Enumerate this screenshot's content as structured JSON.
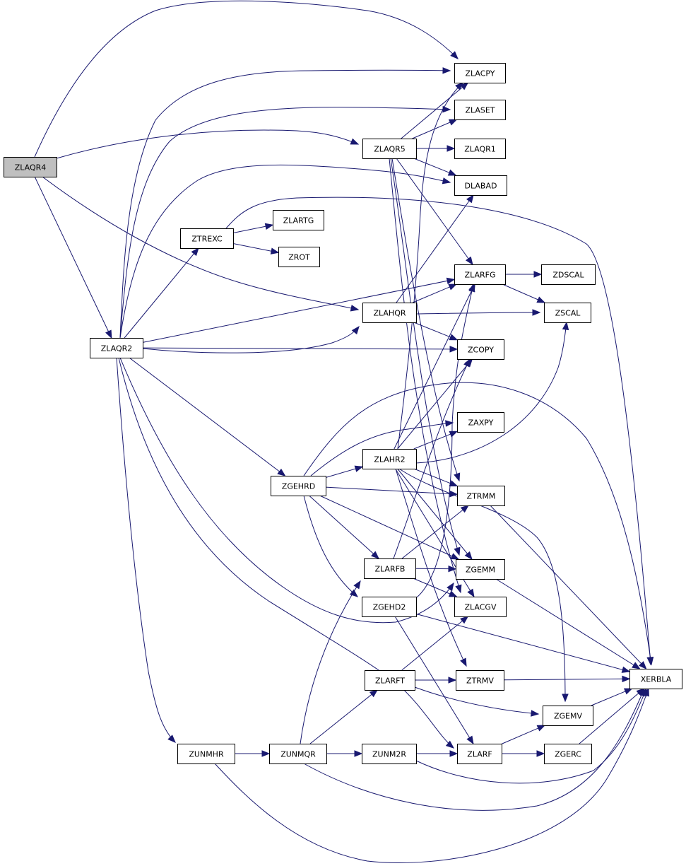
{
  "graph": {
    "root": "ZLAQR4",
    "nodes": [
      {
        "id": "ZLAQR4",
        "label": "ZLAQR4"
      },
      {
        "id": "ZLACPY",
        "label": "ZLACPY"
      },
      {
        "id": "ZLASET",
        "label": "ZLASET"
      },
      {
        "id": "ZLAQR5",
        "label": "ZLAQR5"
      },
      {
        "id": "ZLAQR1",
        "label": "ZLAQR1"
      },
      {
        "id": "DLABAD",
        "label": "DLABAD"
      },
      {
        "id": "ZTREXC",
        "label": "ZTREXC"
      },
      {
        "id": "ZLARTG",
        "label": "ZLARTG"
      },
      {
        "id": "ZROT",
        "label": "ZROT"
      },
      {
        "id": "ZLARFG",
        "label": "ZLARFG"
      },
      {
        "id": "ZDSCAL",
        "label": "ZDSCAL"
      },
      {
        "id": "ZLAHQR",
        "label": "ZLAHQR"
      },
      {
        "id": "ZSCAL",
        "label": "ZSCAL"
      },
      {
        "id": "ZLAQR2",
        "label": "ZLAQR2"
      },
      {
        "id": "ZCOPY",
        "label": "ZCOPY"
      },
      {
        "id": "ZAXPY",
        "label": "ZAXPY"
      },
      {
        "id": "ZLAHR2",
        "label": "ZLAHR2"
      },
      {
        "id": "ZGEHRD",
        "label": "ZGEHRD"
      },
      {
        "id": "ZTRMM",
        "label": "ZTRMM"
      },
      {
        "id": "ZLARFB",
        "label": "ZLARFB"
      },
      {
        "id": "ZGEMM",
        "label": "ZGEMM"
      },
      {
        "id": "ZGEHD2",
        "label": "ZGEHD2"
      },
      {
        "id": "ZLACGV",
        "label": "ZLACGV"
      },
      {
        "id": "ZLARFT",
        "label": "ZLARFT"
      },
      {
        "id": "ZTRMV",
        "label": "ZTRMV"
      },
      {
        "id": "XERBLA",
        "label": "XERBLA"
      },
      {
        "id": "ZGEMV",
        "label": "ZGEMV"
      },
      {
        "id": "ZUNMHR",
        "label": "ZUNMHR"
      },
      {
        "id": "ZUNMQR",
        "label": "ZUNMQR"
      },
      {
        "id": "ZUNM2R",
        "label": "ZUNM2R"
      },
      {
        "id": "ZLARF",
        "label": "ZLARF"
      },
      {
        "id": "ZGERC",
        "label": "ZGERC"
      }
    ],
    "edges": [
      [
        "ZLAQR4",
        "ZLACPY"
      ],
      [
        "ZLAQR4",
        "ZLAQR5"
      ],
      [
        "ZLAQR4",
        "ZLAHQR"
      ],
      [
        "ZLAQR4",
        "ZLAQR2"
      ],
      [
        "ZLAQR2",
        "ZLACPY"
      ],
      [
        "ZLAQR2",
        "ZLASET"
      ],
      [
        "ZLAQR2",
        "DLABAD"
      ],
      [
        "ZLAQR2",
        "ZTREXC"
      ],
      [
        "ZLAQR2",
        "ZLARFG"
      ],
      [
        "ZLAQR2",
        "ZLAHQR"
      ],
      [
        "ZLAQR2",
        "ZCOPY"
      ],
      [
        "ZLAQR2",
        "ZGEHRD"
      ],
      [
        "ZLAQR2",
        "ZGEMM"
      ],
      [
        "ZLAQR2",
        "ZLARF"
      ],
      [
        "ZLAQR2",
        "ZUNMHR"
      ],
      [
        "ZLAQR5",
        "ZLACPY"
      ],
      [
        "ZLAQR5",
        "ZLASET"
      ],
      [
        "ZLAQR5",
        "ZLAQR1"
      ],
      [
        "ZLAQR5",
        "DLABAD"
      ],
      [
        "ZLAQR5",
        "ZLARFG"
      ],
      [
        "ZLAQR5",
        "ZTRMM"
      ],
      [
        "ZLAQR5",
        "ZGEMM"
      ],
      [
        "ZLAQR5",
        "ZLACGV"
      ],
      [
        "ZTREXC",
        "ZLARTG"
      ],
      [
        "ZTREXC",
        "ZROT"
      ],
      [
        "ZTREXC",
        "XERBLA"
      ],
      [
        "ZLAHQR",
        "DLABAD"
      ],
      [
        "ZLAHQR",
        "ZLARFG"
      ],
      [
        "ZLAHQR",
        "ZSCAL"
      ],
      [
        "ZLAHQR",
        "ZCOPY"
      ],
      [
        "ZLARFG",
        "ZDSCAL"
      ],
      [
        "ZLARFG",
        "ZSCAL"
      ],
      [
        "ZGEHRD",
        "ZLAHR2"
      ],
      [
        "ZGEHRD",
        "ZTRMM"
      ],
      [
        "ZGEHRD",
        "ZLARFB"
      ],
      [
        "ZGEHRD",
        "ZGEMM"
      ],
      [
        "ZGEHRD",
        "ZGEHD2"
      ],
      [
        "ZGEHRD",
        "ZAXPY"
      ],
      [
        "ZGEHRD",
        "XERBLA"
      ],
      [
        "ZLAHR2",
        "ZLACPY"
      ],
      [
        "ZLAHR2",
        "ZLARFG"
      ],
      [
        "ZLAHR2",
        "ZCOPY"
      ],
      [
        "ZLAHR2",
        "ZAXPY"
      ],
      [
        "ZLAHR2",
        "ZSCAL"
      ],
      [
        "ZLAHR2",
        "ZTRMM"
      ],
      [
        "ZLAHR2",
        "ZGEMM"
      ],
      [
        "ZLAHR2",
        "ZLACGV"
      ],
      [
        "ZLAHR2",
        "ZTRMV"
      ],
      [
        "ZLAHR2",
        "ZGEMV"
      ],
      [
        "ZLARFB",
        "ZCOPY"
      ],
      [
        "ZLARFB",
        "ZTRMM"
      ],
      [
        "ZLARFB",
        "ZGEMM"
      ],
      [
        "ZLARFB",
        "ZLACGV"
      ],
      [
        "ZGEHD2",
        "ZLARFG"
      ],
      [
        "ZGEHD2",
        "ZLARF"
      ],
      [
        "ZGEHD2",
        "XERBLA"
      ],
      [
        "ZTRMM",
        "XERBLA"
      ],
      [
        "ZGEMM",
        "XERBLA"
      ],
      [
        "ZTRMV",
        "XERBLA"
      ],
      [
        "ZLARFT",
        "ZLACGV"
      ],
      [
        "ZLARFT",
        "ZTRMV"
      ],
      [
        "ZLARFT",
        "ZGEMV"
      ],
      [
        "ZGEMV",
        "XERBLA"
      ],
      [
        "ZGERC",
        "XERBLA"
      ],
      [
        "ZLARF",
        "ZGEMV"
      ],
      [
        "ZLARF",
        "ZGERC"
      ],
      [
        "ZUNMHR",
        "ZUNMQR"
      ],
      [
        "ZUNMHR",
        "XERBLA"
      ],
      [
        "ZUNMQR",
        "ZLARFB"
      ],
      [
        "ZUNMQR",
        "ZLARFT"
      ],
      [
        "ZUNMQR",
        "ZUNM2R"
      ],
      [
        "ZUNMQR",
        "XERBLA"
      ],
      [
        "ZUNM2R",
        "ZLARF"
      ],
      [
        "ZUNM2R",
        "XERBLA"
      ]
    ]
  },
  "colors": {
    "edge": "#191970",
    "node_fill": "#ffffff",
    "root_fill": "#bfbfbf",
    "node_stroke": "#000000"
  }
}
